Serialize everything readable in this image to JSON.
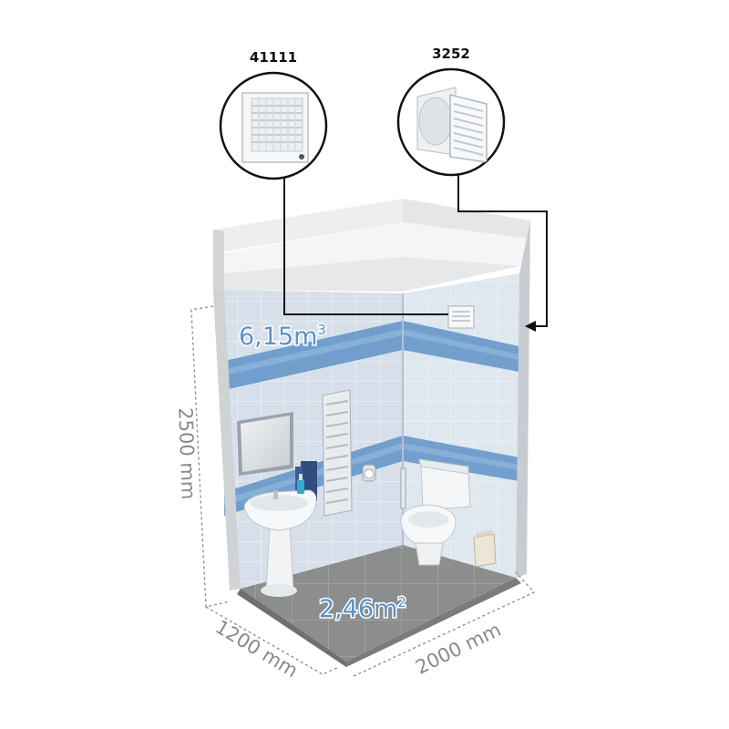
{
  "products": [
    {
      "code": "41111",
      "icon": "louvered-fan-icon"
    },
    {
      "code": "3252",
      "icon": "vent-grille-icon"
    }
  ],
  "room": {
    "volume": {
      "value": "6,15m",
      "sup": "3"
    },
    "floor_area": {
      "value": "2,46m",
      "sup": "2"
    }
  },
  "dimensions": {
    "height": "2500 mm",
    "width": "1200 mm",
    "length": "2000 mm"
  },
  "colors": {
    "tile_blue": "#5f92c8",
    "tile_light": "#c2d0dd",
    "wall_tile": "#dce4ec",
    "floor": "#8f9090",
    "metric_text": "#5b93c7",
    "dimension_text": "#8a8a8a"
  }
}
